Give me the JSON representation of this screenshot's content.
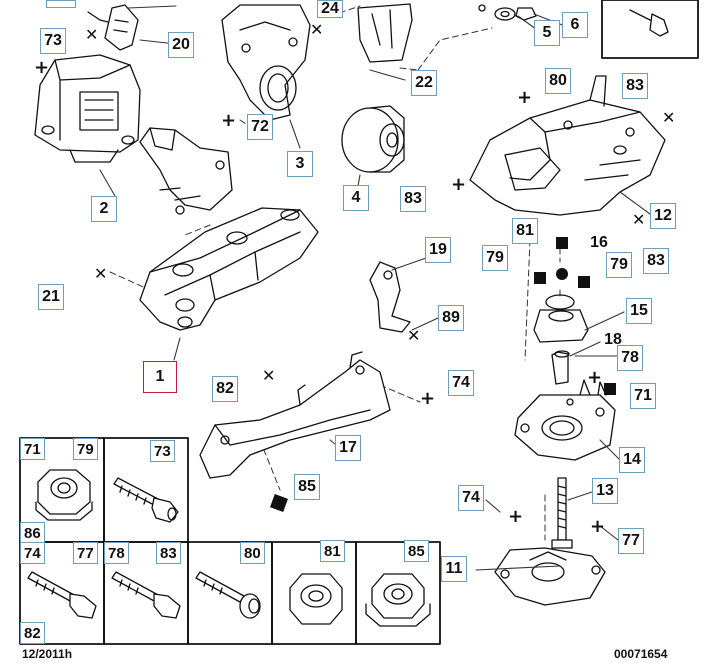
{
  "diagram": {
    "callouts": {
      "c1": "1",
      "c2": "2",
      "c3": "3",
      "c4": "4",
      "c5": "5",
      "c6": "6",
      "c11": "11",
      "c12": "12",
      "c13": "13",
      "c14": "14",
      "c15": "15",
      "c16": "16",
      "c17": "17",
      "c18": "18",
      "c19": "19",
      "c20": "20",
      "c21": "21",
      "c22": "22",
      "c24": "24",
      "c71": "71",
      "c72": "72",
      "c73": "73",
      "c74a": "74",
      "c74b": "74",
      "c77": "77",
      "c78": "78",
      "c79a": "79",
      "c79b": "79",
      "c80": "80",
      "c81": "81",
      "c82": "82",
      "c83a": "83",
      "c83b": "83",
      "c83c": "83",
      "c85": "85",
      "c89": "89"
    },
    "selected_callout": "1",
    "accent_border": "#6f9fb8",
    "selected_border": "#c0203a"
  },
  "legend": {
    "cells": [
      {
        "labels": [
          "71",
          "79",
          "86"
        ],
        "part": "flange-nut"
      },
      {
        "labels": [
          "73"
        ],
        "part": "flange-bolt"
      },
      {
        "labels": [
          "74",
          "77",
          "82"
        ],
        "part": "hex-bolt"
      },
      {
        "labels": [
          "78",
          "83"
        ],
        "part": "hex-bolt"
      },
      {
        "labels": [
          "80"
        ],
        "part": "flange-screw"
      },
      {
        "labels": [
          "81"
        ],
        "part": "hex-nut"
      },
      {
        "labels": [
          "85"
        ],
        "part": "flange-nut"
      }
    ]
  },
  "footer": {
    "date": "12/2011h",
    "code": "00071654"
  }
}
